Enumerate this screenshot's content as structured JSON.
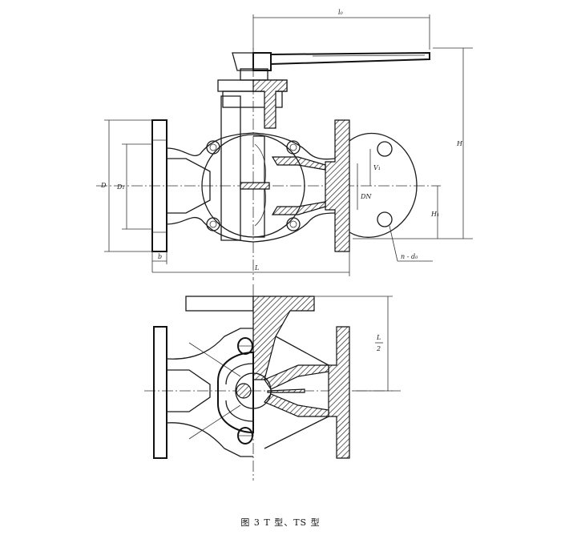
{
  "figure": {
    "caption": "图 3   T 型、TS 型"
  },
  "dimensions": {
    "lo": "l₀",
    "H": "H",
    "H1": "H₁",
    "D": "D",
    "D1": "D₁",
    "b": "b",
    "L": "L",
    "DN": "DN",
    "V1": "V₁",
    "n_d0": "n - d₀",
    "L_half_num": "L",
    "L_half_den": "2"
  }
}
